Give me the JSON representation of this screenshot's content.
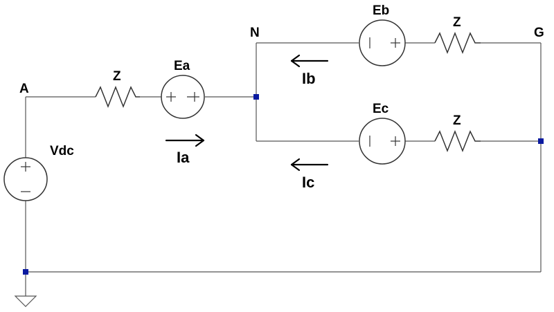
{
  "nodes": {
    "a": "A",
    "n": "N",
    "g": "G"
  },
  "components": {
    "vdc": "Vdc",
    "ea": "Ea",
    "eb": "Eb",
    "ec": "Ec",
    "z_a": "Z",
    "z_b": "Z",
    "z_c": "Z"
  },
  "currents": {
    "ia": "Ia",
    "ib": "Ib",
    "ic": "Ic"
  },
  "colors": {
    "wire": "#555555",
    "junction": "#0a1aa0",
    "text": "#000000"
  }
}
